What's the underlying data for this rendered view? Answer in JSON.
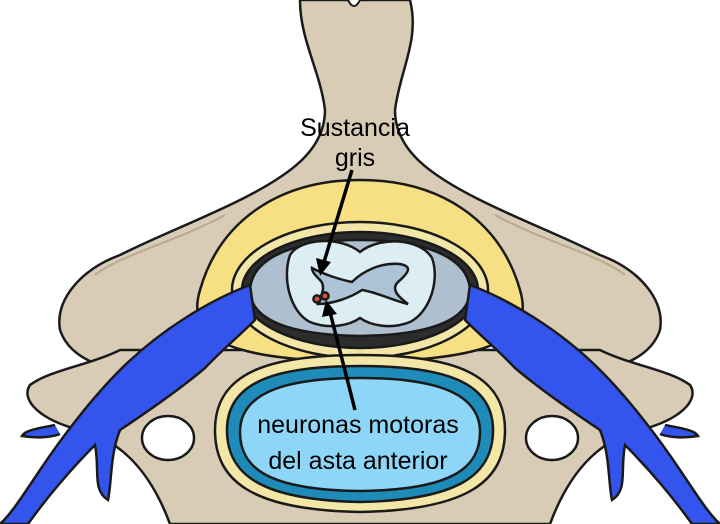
{
  "labels": {
    "gray_matter_line1": "Sustancia",
    "gray_matter_line2": "gris",
    "motor_neurons_line1": "neuronas motoras",
    "motor_neurons_line2": "del asta anterior"
  },
  "colors": {
    "bone": "#d8ccb6",
    "bone_dark": "#b7aa92",
    "outline": "#1a1a1a",
    "fat": "#f7e083",
    "dura": "#f2e7a6",
    "csf_dark": "#2c2c2c",
    "meninges": "#aebfd0",
    "spinal_cord": "#dceef4",
    "gray_matter": "#adc4d7",
    "nerve": "#3355ee",
    "disc_outer": "#1e8bb8",
    "disc_inner": "#8ed6f7",
    "motor_neuron_dot": "#e05040"
  }
}
